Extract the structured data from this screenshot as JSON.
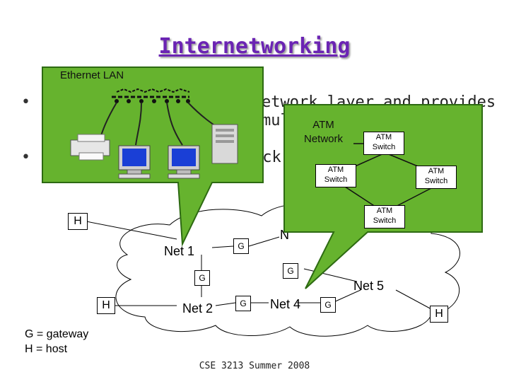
{
  "title": "Internetworking",
  "bullets": [
    {
      "visible_text": "etwork layer and provides"
    },
    {
      "visible_text": "mult"
    },
    {
      "visible_text": "ack"
    }
  ],
  "callouts": {
    "ethernet": {
      "label": "Ethernet LAN"
    },
    "atm": {
      "label_line1": "ATM",
      "label_line2": "Network",
      "switch": "ATM Switch"
    }
  },
  "networks": {
    "net1": "Net 1",
    "net2": "Net 2",
    "net3_partial": "N",
    "net4": "Net 4",
    "net5": "Net 5"
  },
  "nodes": {
    "host": "H",
    "gateway": "G"
  },
  "legend": [
    "G = gateway",
    "H = host"
  ],
  "footer": "CSE 3213 Summer 2008",
  "colors": {
    "title": "#6b24b3",
    "callout_fill": "#66b32e",
    "callout_stroke": "#2d6a12"
  }
}
